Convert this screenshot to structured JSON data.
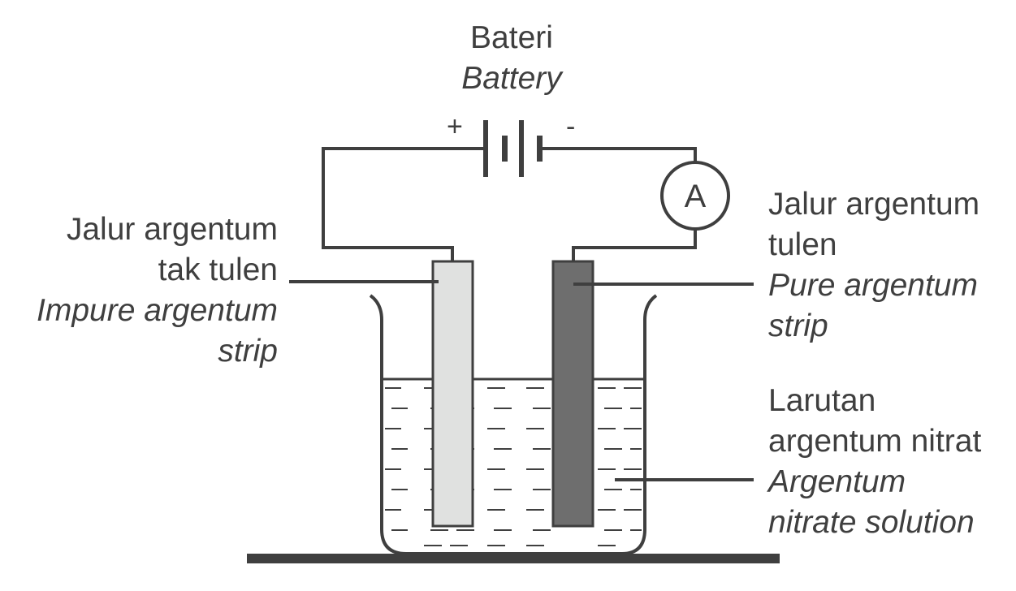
{
  "battery": {
    "label_ms": "Bateri",
    "label_en": "Battery",
    "positive_sign": "+",
    "negative_sign": "-"
  },
  "ammeter": {
    "symbol": "A"
  },
  "impure_strip": {
    "label_ms_line1": "Jalur argentum",
    "label_ms_line2": "tak tulen",
    "label_en_line1": "Impure argentum",
    "label_en_line2": "strip"
  },
  "pure_strip": {
    "label_ms_line1": "Jalur argentum",
    "label_ms_line2": "tulen",
    "label_en_line1": "Pure argentum",
    "label_en_line2": "strip"
  },
  "solution": {
    "label_ms_line1": "Larutan",
    "label_ms_line2": "argentum nitrat",
    "label_en_line1": "Argentum",
    "label_en_line2": "nitrate solution"
  },
  "colors": {
    "line": "#3f3f3f",
    "impure_strip_fill": "#e0e1e0",
    "pure_strip_fill": "#6e6e6e",
    "background": "#ffffff"
  }
}
